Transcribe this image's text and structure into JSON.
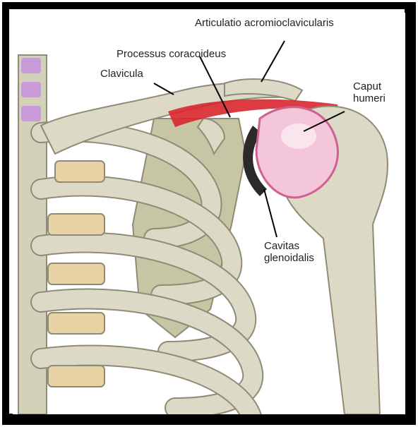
{
  "labels": {
    "acromioclavicular": "Articulatio acromioclavicularis",
    "coracoid": "Processus coracoideus",
    "clavicle": "Clavicula",
    "caput_line1": "Caput",
    "caput_line2": "humeri",
    "cavitas_line1": "Cavitas",
    "cavitas_line2": "glenoidalis"
  },
  "colors": {
    "bone_fill": "#dcd9c6",
    "bone_stroke": "#8f8b76",
    "cartilage": "#e8d3a5",
    "scapula": "#c6c6a4",
    "head_pink": "#f4c6da",
    "head_pink_dark": "#d06090",
    "ligament_red": "#d8262e",
    "vertebra_lilac": "#c89ad8",
    "background": "#ffffff",
    "frame": "#000000"
  }
}
